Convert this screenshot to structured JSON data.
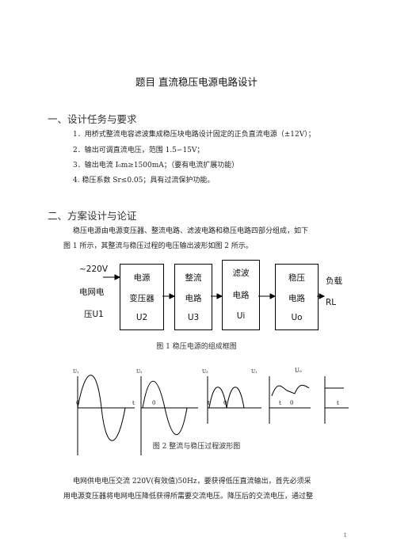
{
  "title": "题目   直流稳压电源电路设计",
  "section1": {
    "heading": "一、设计任务与要求",
    "items": [
      "1．用桥式整流电容滤波集成稳压块电路设计固定的正负直流电源（±12V）；",
      "2．输出可调直流电压，范围 1.5∽15V；",
      "3．输出电流 I₀m≥1500mA；（要有电流扩展功能）",
      "4. 稳压系数 Sr≤0.05；具有过流保护功能。"
    ]
  },
  "section2": {
    "heading": "二、方案设计与论证",
    "paragraph_line1": "稳压电源由电源变压器、整流电路、滤波电路和稳压电路四部分组成，如下",
    "paragraph_line2": "图 1 所示，其整流与稳压过程的电压输出波形如图 2 所示。"
  },
  "block_diagram": {
    "input_line1": "~220V",
    "input_line2": "电网电",
    "input_line3": "压U1",
    "blocks": [
      {
        "line1": "电源",
        "line2": "变压器",
        "line3": "U2"
      },
      {
        "line1": "整流",
        "line2": "电路",
        "line3": "U3"
      },
      {
        "line1": "滤波",
        "line2": "电路",
        "line3": "Ui"
      },
      {
        "line1": "稳压",
        "line2": "电路",
        "line3": "Uo"
      }
    ],
    "output_line1": "负载",
    "output_line2": "RL",
    "caption": "图 1  稳压电源的组成框图"
  },
  "waveforms": {
    "labels": [
      "U₁",
      "U₂",
      "U₃",
      "U₁",
      "U₀"
    ],
    "zero": "0",
    "t": "t",
    "caption": "图 2  整流与稳压过程波形图"
  },
  "paragraph3": {
    "line1": "电网供电电压交流 220V(有效值)50Hz，要获得低压直流输出，首先必须采",
    "line2": "用电源变压器将电网电压降低获得所需要交流电压。降压后的交流电压，通过整"
  },
  "page_number": "1"
}
